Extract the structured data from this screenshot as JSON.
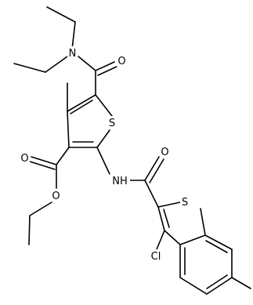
{
  "molecule": {
    "colors": {
      "bond": "#000000",
      "label": "#000000",
      "background": "#ffffff"
    },
    "atom_labels": {
      "amide_n": "N",
      "amide_o": "O",
      "thiophene_s": "S",
      "ester_o_carbonyl": "O",
      "ester_o_ether": "O",
      "nh": "NH",
      "amide2_o": "O",
      "benzothiophene_s": "S",
      "cl": "Cl"
    }
  }
}
